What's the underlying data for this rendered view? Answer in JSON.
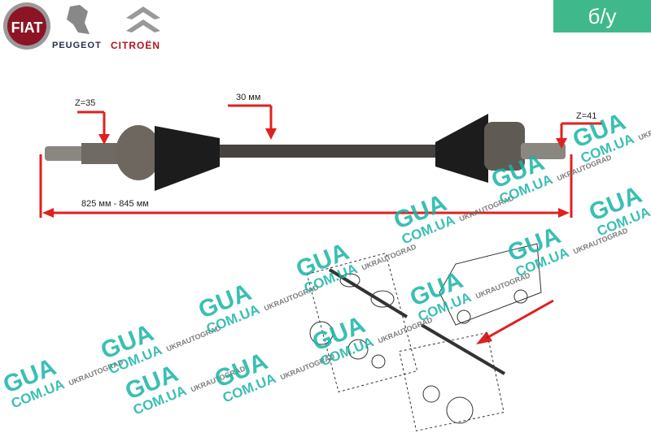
{
  "brands": {
    "fiat": "FIAT",
    "peugeot": "PEUGEOT",
    "citroen": "CITROËN"
  },
  "badge": "б/у",
  "dimensions": {
    "inner_spline": "Z=35",
    "shaft_diameter": "30 мм",
    "outer_spline": "Z=41",
    "length": "825 мм - 845 мм"
  },
  "watermark": {
    "gua": "GUA",
    "domain": "COM.UA",
    "site": "UKRAUTOGRAD"
  },
  "colors": {
    "badge": "#3fb98b",
    "arrow": "#e02020",
    "watermark": "#18b5a6"
  }
}
